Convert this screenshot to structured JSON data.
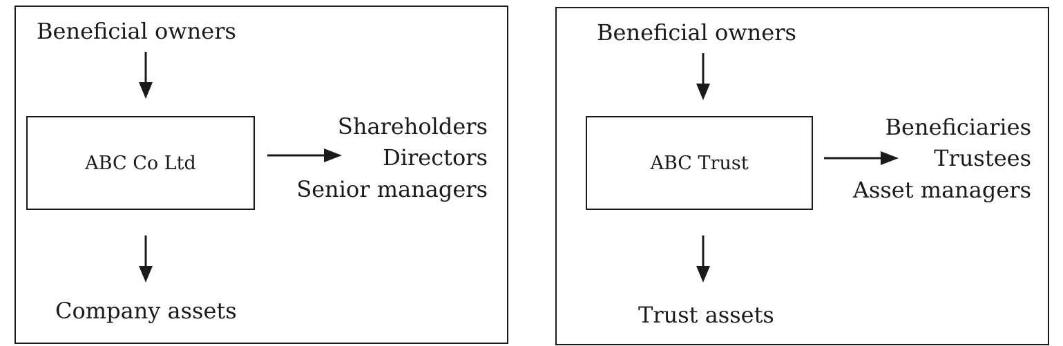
{
  "panels": [
    {
      "top_label": "Beneficial owners",
      "entity": "ABC Co Ltd",
      "roles": [
        "Shareholders",
        "Directors",
        "Senior managers"
      ],
      "bottom_label": "Company assets"
    },
    {
      "top_label": "Beneficial owners",
      "entity": "ABC Trust",
      "roles": [
        "Beneficiaries",
        "Trustees",
        "Asset managers"
      ],
      "bottom_label": "Trust assets"
    }
  ]
}
